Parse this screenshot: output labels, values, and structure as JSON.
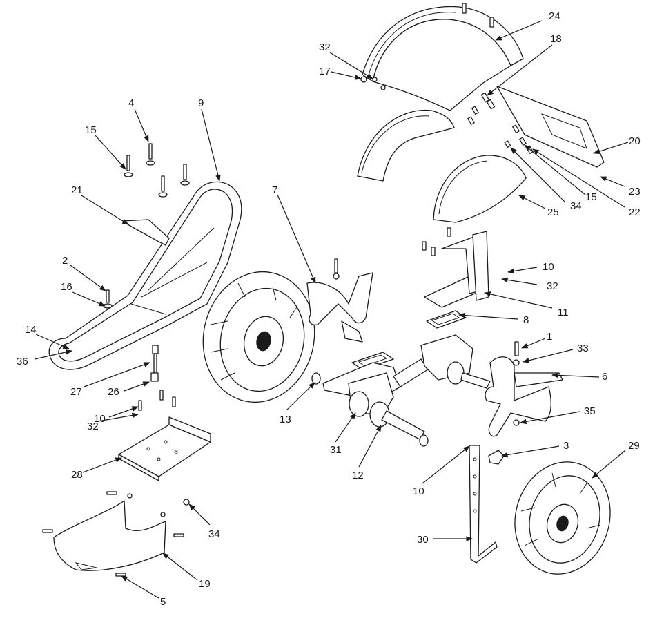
{
  "callouts": [
    {
      "id": "c1",
      "label": "1"
    },
    {
      "id": "c2",
      "label": "2"
    },
    {
      "id": "c3",
      "label": "3"
    },
    {
      "id": "c4",
      "label": "4"
    },
    {
      "id": "c5",
      "label": "5"
    },
    {
      "id": "c6",
      "label": "6"
    },
    {
      "id": "c7",
      "label": "7"
    },
    {
      "id": "c8",
      "label": "8"
    },
    {
      "id": "c9",
      "label": "9"
    },
    {
      "id": "c10a",
      "label": "10"
    },
    {
      "id": "c10b",
      "label": "10"
    },
    {
      "id": "c10c",
      "label": "10"
    },
    {
      "id": "c11",
      "label": "11"
    },
    {
      "id": "c12",
      "label": "12"
    },
    {
      "id": "c13",
      "label": "13"
    },
    {
      "id": "c14",
      "label": "14"
    },
    {
      "id": "c15a",
      "label": "15"
    },
    {
      "id": "c15b",
      "label": "15"
    },
    {
      "id": "c16",
      "label": "16"
    },
    {
      "id": "c17",
      "label": "17"
    },
    {
      "id": "c18",
      "label": "18"
    },
    {
      "id": "c19",
      "label": "19"
    },
    {
      "id": "c20",
      "label": "20"
    },
    {
      "id": "c21",
      "label": "21"
    },
    {
      "id": "c22",
      "label": "22"
    },
    {
      "id": "c23",
      "label": "23"
    },
    {
      "id": "c24",
      "label": "24"
    },
    {
      "id": "c25",
      "label": "25"
    },
    {
      "id": "c26",
      "label": "26"
    },
    {
      "id": "c27",
      "label": "27"
    },
    {
      "id": "c28",
      "label": "28"
    },
    {
      "id": "c29",
      "label": "29"
    },
    {
      "id": "c30",
      "label": "30"
    },
    {
      "id": "c31",
      "label": "31"
    },
    {
      "id": "c32a",
      "label": "32"
    },
    {
      "id": "c32b",
      "label": "32"
    },
    {
      "id": "c32c",
      "label": "32"
    },
    {
      "id": "c33",
      "label": "33"
    },
    {
      "id": "c34a",
      "label": "34"
    },
    {
      "id": "c34b",
      "label": "34"
    },
    {
      "id": "c35",
      "label": "35"
    },
    {
      "id": "c36",
      "label": "36"
    }
  ]
}
